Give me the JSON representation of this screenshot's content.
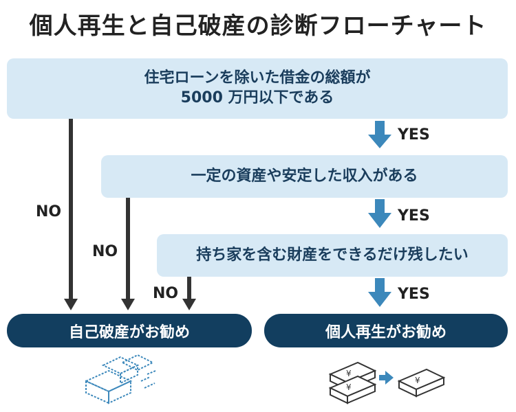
{
  "title": "個人再生と自己破産の診断フローチャート",
  "q1": {
    "line1": "住宅ローンを除いた借金の総額が",
    "line2": "5000 万円以下である"
  },
  "q2": "一定の資産や安定した収入がある",
  "q3": "持ち家を含む財産をできるだけ残したい",
  "yes_label": "YES",
  "no_label": "NO",
  "result_left": "自己破産がお勧め",
  "result_right": "個人再生がお勧め",
  "colors": {
    "box_fill": "#d7e9f5",
    "result_fill": "#123e5f",
    "yes_arrow": "#3c88bb",
    "no_arrow": "#333333"
  },
  "icons": {
    "left": "crumbling-blocks-icon",
    "right": "money-stack-to-smaller-stack-icon"
  }
}
